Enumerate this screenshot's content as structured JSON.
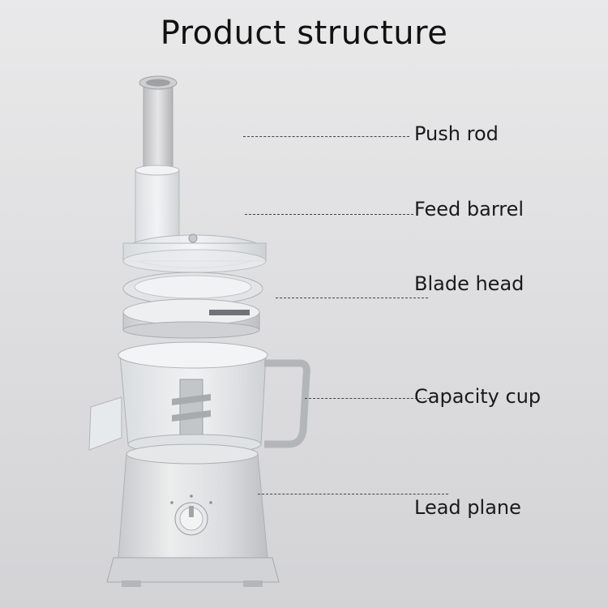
{
  "title": "Product structure",
  "parts": [
    {
      "label": "Push rod"
    },
    {
      "label": "Feed barrel"
    },
    {
      "label": "Blade head"
    },
    {
      "label": "Capacity cup"
    },
    {
      "label": "Lead plane"
    }
  ],
  "colors": {
    "body": "#d9dadd",
    "plastic_clear": "#eef1f3",
    "line": "#444444"
  }
}
